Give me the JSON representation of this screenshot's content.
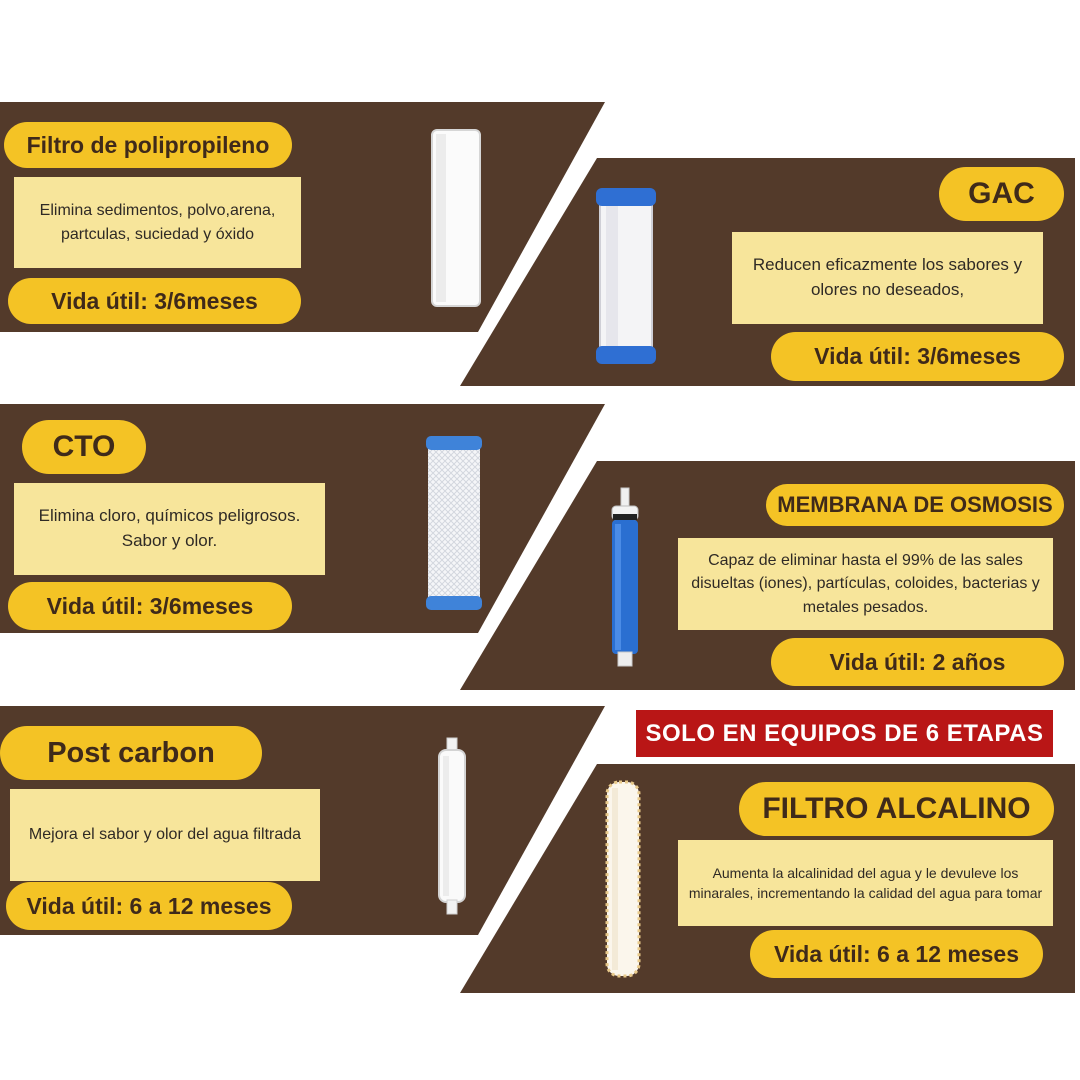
{
  "colors": {
    "band": "#533a2a",
    "pill": "#f4c325",
    "description_box": "#f7e59b",
    "banner": "#b91616",
    "pill_text": "#3f2a1a"
  },
  "filters": [
    {
      "title": "Filtro de polipropileno",
      "description": "Elimina sedimentos, polvo,arena, partculas, suciedad y óxido",
      "lifespan": "Vida útil: 3/6meses",
      "icon": "white-sediment-cartridge-icon"
    },
    {
      "title": "GAC",
      "description": "Reducen eficazmente los sabores y olores no deseados,",
      "lifespan": "Vida útil: 3/6meses",
      "icon": "blue-capped-carbon-cartridge-icon"
    },
    {
      "title": "CTO",
      "description": "Elimina cloro, químicos peligrosos. Sabor y olor.",
      "lifespan": "Vida útil: 3/6meses",
      "icon": "carbon-block-cartridge-icon"
    },
    {
      "title": "MEMBRANA DE OSMOSIS",
      "description": "Capaz de eliminar hasta el 99% de las sales disueltas (iones), partículas, coloides, bacterias y metales pesados.",
      "lifespan": "Vida útil: 2 años",
      "icon": "ro-membrane-icon"
    },
    {
      "title": "Post carbon",
      "description": "Mejora el sabor y olor del agua filtrada",
      "lifespan": "Vida útil: 6 a 12 meses",
      "icon": "inline-post-carbon-filter-icon"
    },
    {
      "title": "FILTRO ALCALINO",
      "description": "Aumenta la alcalinidad del agua y le devuleve los minarales, incrementando la calidad del agua para tomar",
      "lifespan": "Vida útil: 6 a 12 meses",
      "icon": "alkaline-filter-icon"
    }
  ],
  "banner": "SOLO EN EQUIPOS DE 6 ETAPAS"
}
